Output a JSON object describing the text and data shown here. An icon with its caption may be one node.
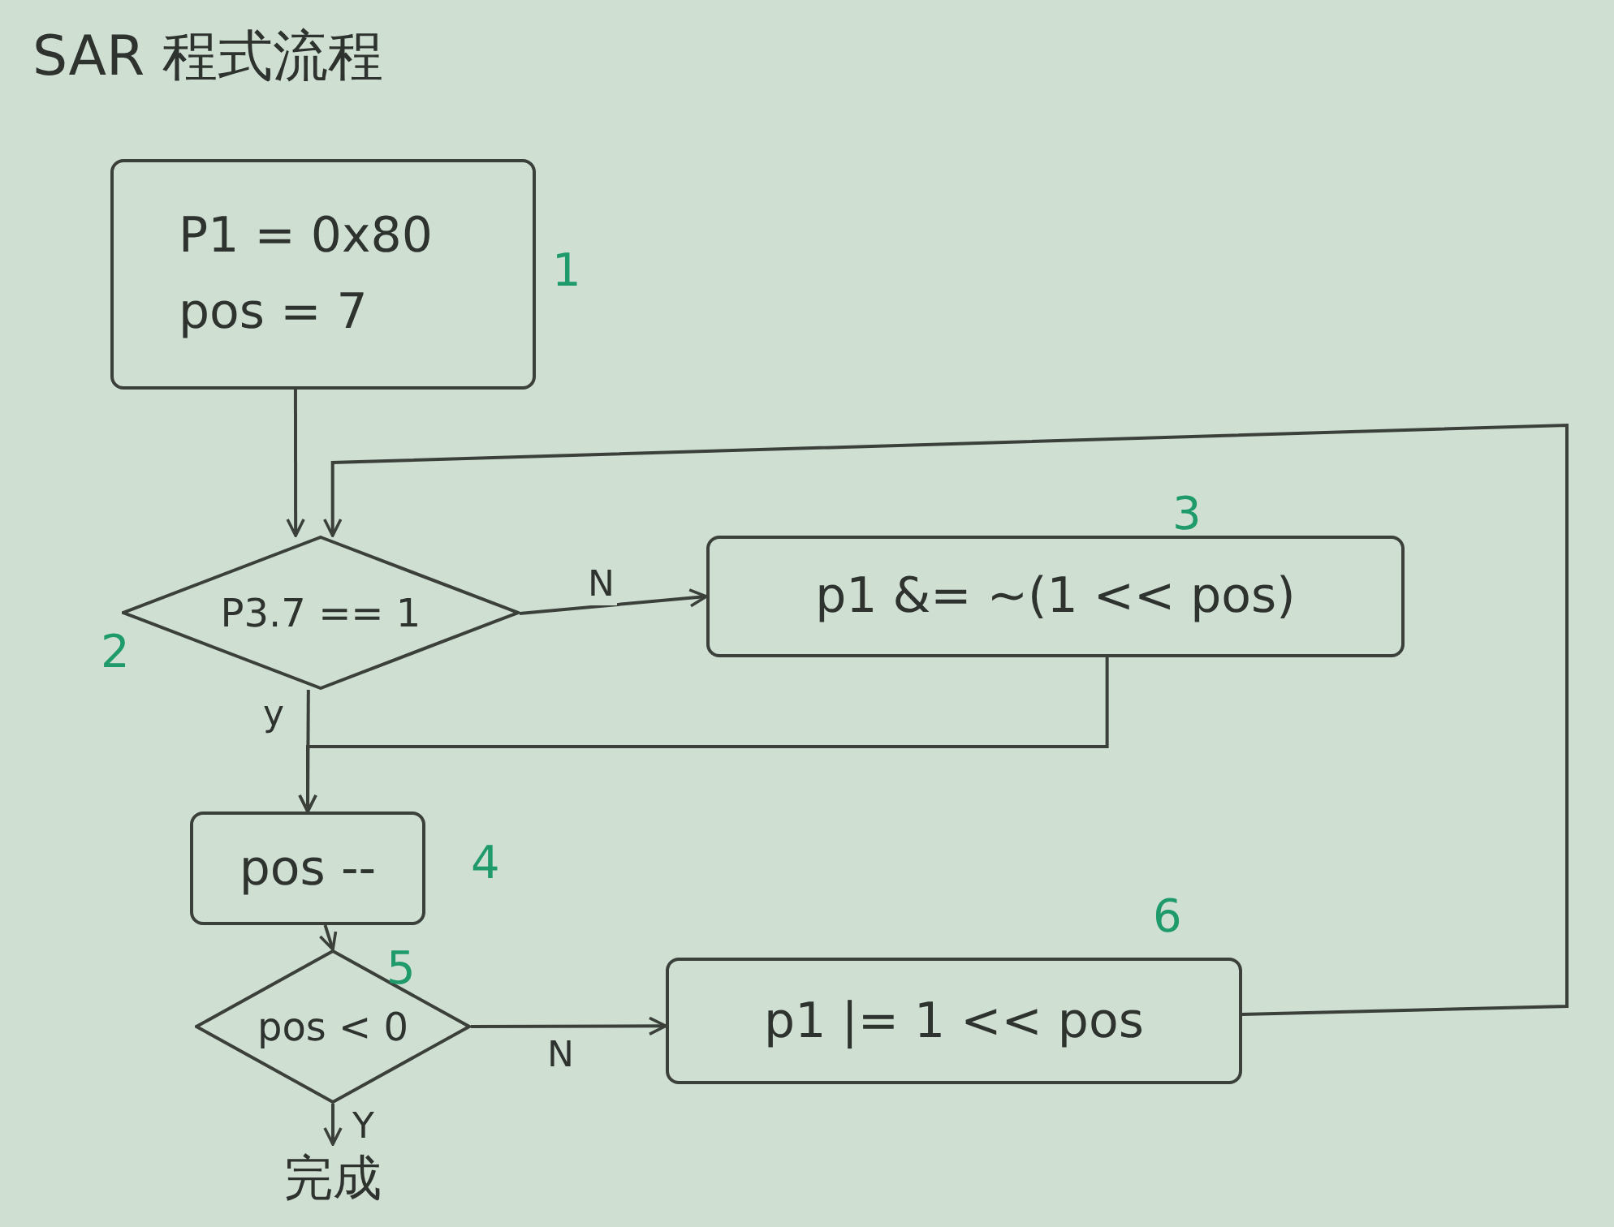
{
  "diagram": {
    "title": "SAR 程式流程",
    "nodes": [
      {
        "text": [
          "P1 = 0x80",
          "pos = 7"
        ],
        "beside": [
          "1"
        ]
      },
      {
        "text": [
          "P3.7 == 1"
        ],
        "beside": [
          "2"
        ]
      },
      {
        "text": [
          "p1 &= ~(1 << pos)"
        ],
        "beside": [
          "3"
        ]
      },
      {
        "text": [
          "pos --"
        ],
        "beside": [
          "4"
        ]
      },
      {
        "text": [
          "pos < 0"
        ],
        "beside": [
          "5"
        ]
      },
      {
        "text": [
          "p1 |= 1 << pos"
        ],
        "beside": [
          "6"
        ]
      },
      {
        "text": [
          "完成"
        ]
      }
    ],
    "edges": [
      {
        "from": 0,
        "to": 1,
        "arrow": "to"
      },
      {
        "from": 1,
        "to": 2,
        "arrow": "to",
        "label": "N"
      },
      {
        "from": 2,
        "to": 3,
        "arrow": "to"
      },
      {
        "from": 1,
        "to": 3,
        "arrow": "to",
        "label": "y"
      },
      {
        "from": 3,
        "to": 4,
        "arrow": "to"
      },
      {
        "from": 4,
        "to": 5,
        "arrow": "to",
        "label": "N"
      },
      {
        "from": 5,
        "to": 1,
        "arrow": "to"
      },
      {
        "from": 4,
        "to": 6,
        "arrow": "to",
        "label": "Y"
      }
    ]
  }
}
